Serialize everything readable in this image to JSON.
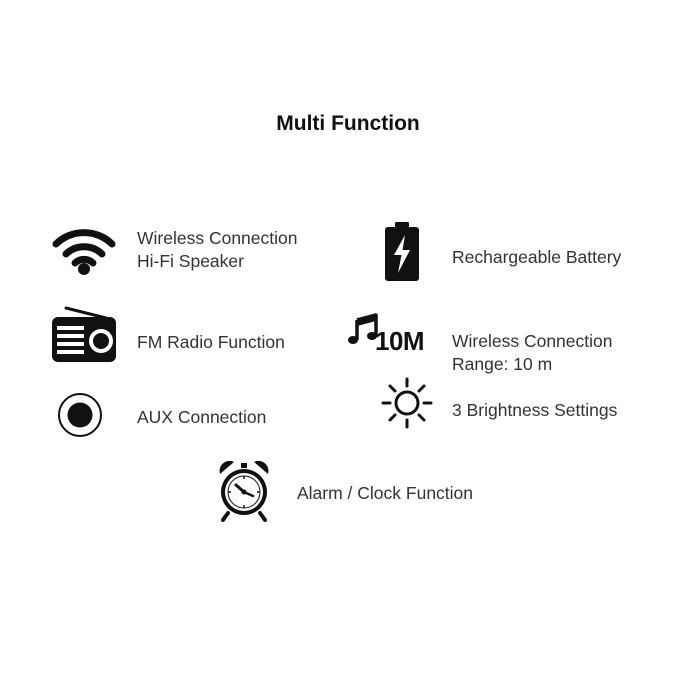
{
  "title": "Multi Function",
  "features": {
    "wireless": {
      "line1": "Wireless Connection",
      "line2": "Hi-Fi Speaker",
      "icon": "wifi-icon"
    },
    "battery": {
      "line1": "Rechargeable Battery",
      "icon": "battery-icon"
    },
    "radio": {
      "line1": "FM Radio Function",
      "icon": "radio-icon"
    },
    "range": {
      "line1": "Wireless Connection",
      "line2": "Range: 10 m",
      "badge": "10M",
      "icon": "music-note-icon"
    },
    "aux": {
      "line1": "AUX Connection",
      "icon": "aux-icon"
    },
    "brightness": {
      "line1": "3 Brightness Settings",
      "icon": "sun-icon"
    },
    "alarm": {
      "line1": "Alarm / Clock Function",
      "icon": "alarm-clock-icon"
    }
  },
  "colors": {
    "icon": "#111111",
    "text": "#333333",
    "title": "#111111",
    "background": "#ffffff"
  }
}
